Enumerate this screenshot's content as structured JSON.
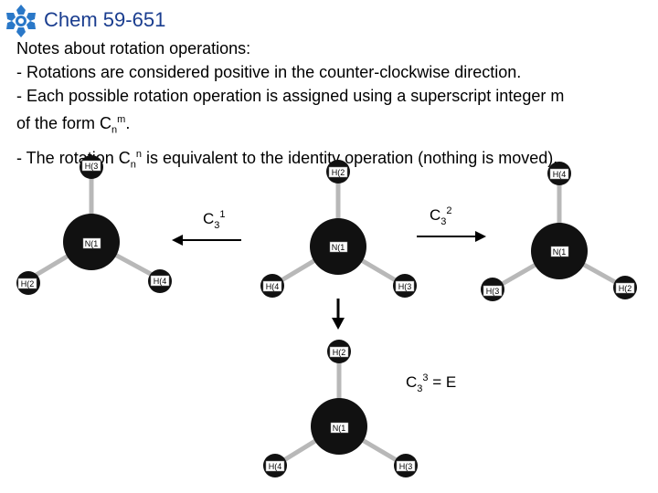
{
  "header": {
    "course_title": "Chem 59-651"
  },
  "notes": {
    "heading": "Notes about rotation operations:",
    "line1": "- Rotations are considered positive in the counter-clockwise direction.",
    "line2": "- Each possible rotation operation is assigned using a superscript integer m",
    "line3_pre": "of the form C",
    "line3_sub": "n",
    "line3_sup": "m",
    "line3_post": ".",
    "line4_pre": "- The rotation C",
    "line4_sub": "n",
    "line4_sup": "n",
    "line4_post": " is equivalent to the identity operation (nothing is moved)."
  },
  "operations": {
    "left": {
      "base": "C",
      "sub": "3",
      "sup": "1"
    },
    "right": {
      "base": "C",
      "sub": "3",
      "sup": "2"
    },
    "down": {
      "base": "C",
      "sub": "3",
      "sup": "3",
      "suffix": " = E"
    }
  },
  "molecules": {
    "left": {
      "center": "N(1",
      "top": "H(3",
      "left": "H(2",
      "right": "H(4"
    },
    "middle": {
      "center": "N(1",
      "top": "H(2",
      "left": "H(4",
      "right": "H(3"
    },
    "right": {
      "center": "N(1",
      "top": "H(4",
      "left": "H(3",
      "right": "H(2"
    },
    "bottom": {
      "center": "N(1",
      "top": "H(2",
      "left": "H(4",
      "right": "H(3"
    }
  },
  "colors": {
    "title": "#1a3d8f",
    "logo": "#2a78c8",
    "atom": "#111111",
    "bond": "#b8b8b8"
  }
}
